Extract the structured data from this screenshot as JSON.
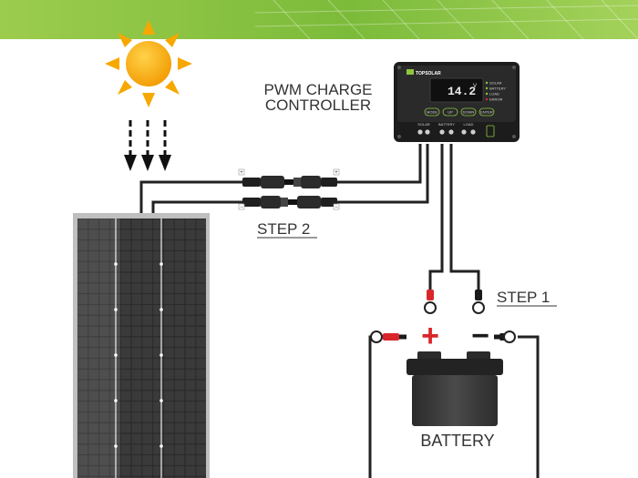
{
  "controller": {
    "label_line1": "PWM CHARGE",
    "label_line2": "CONTROLLER",
    "brand": "TOPSOLAR",
    "display_reading": "14.2",
    "display_unit": "V",
    "buttons": [
      "MODE",
      "UP",
      "DOWN",
      "ENTER"
    ],
    "status_labels": [
      "SOLAR",
      "BATTERY",
      "LOAD",
      "ERROR"
    ],
    "terminal_labels": [
      "SOLAR",
      "BATTERY",
      "LOAD"
    ]
  },
  "steps": {
    "step1": "STEP 1",
    "step2": "STEP 2"
  },
  "battery": {
    "label": "BATTERY",
    "plus": "+",
    "minus": "−"
  },
  "polarity": {
    "plus": "+",
    "minus": "−"
  },
  "colors": {
    "banner_green": "#8dc63f",
    "sun_yellow": "#f7a800",
    "wire": "#222222",
    "battery_body": "#3c3c3c",
    "positive_red": "#d9262b"
  }
}
